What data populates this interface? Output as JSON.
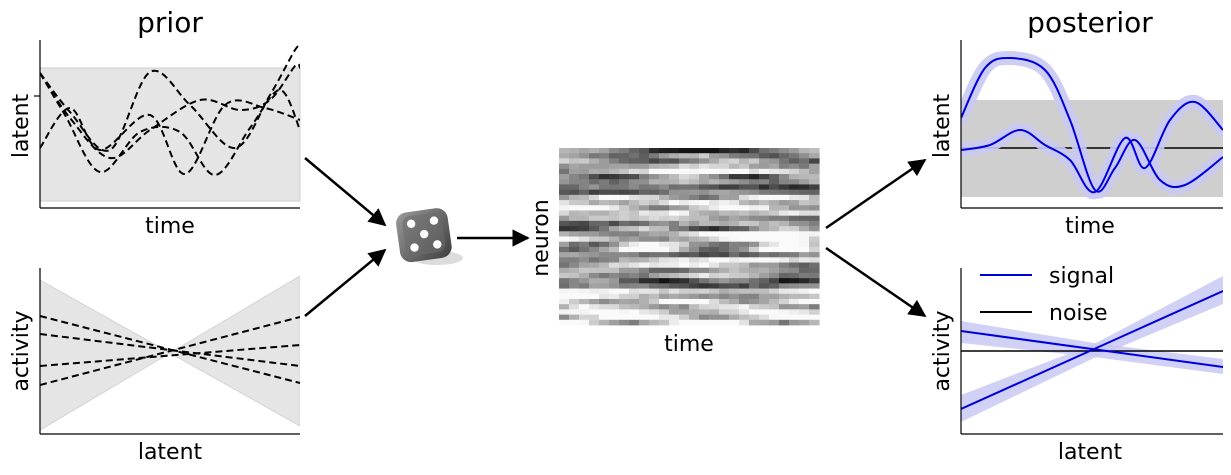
{
  "prior": {
    "title": "prior",
    "latent_panel": {
      "ylabel": "latent",
      "xlabel": "time"
    },
    "activity_panel": {
      "ylabel": "activity",
      "xlabel": "latent"
    }
  },
  "sampling": {
    "icon": "dice-icon"
  },
  "data": {
    "ylabel": "neuron",
    "xlabel": "time"
  },
  "posterior": {
    "title": "posterior",
    "latent_panel": {
      "ylabel": "latent",
      "xlabel": "time"
    },
    "activity_panel": {
      "ylabel": "activity",
      "xlabel": "latent"
    },
    "legend": [
      {
        "label": "signal",
        "color": "#0000dd"
      },
      {
        "label": "noise",
        "color": "#000000"
      }
    ]
  },
  "colors": {
    "band_light": "#e5e5e5",
    "band_dark": "#cfcfcf",
    "signal": "#0000dd",
    "signal_band": "#c9c9f4",
    "noise": "#000000"
  }
}
